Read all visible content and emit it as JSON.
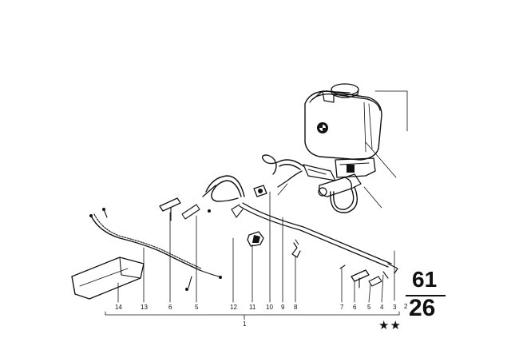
{
  "diagram": {
    "part_labels": {
      "p14": "14",
      "p13": "13",
      "p6a": "6",
      "p5a": "5",
      "p12": "12",
      "p11": "11",
      "p10": "10",
      "p9": "9",
      "p8": "8",
      "p7": "7",
      "p6b": "6",
      "p5b": "5",
      "p4": "4",
      "p3": "3",
      "p2": "2",
      "p1": "1"
    },
    "group_code": {
      "top": "61",
      "bottom": "26"
    },
    "stars": "★★"
  }
}
